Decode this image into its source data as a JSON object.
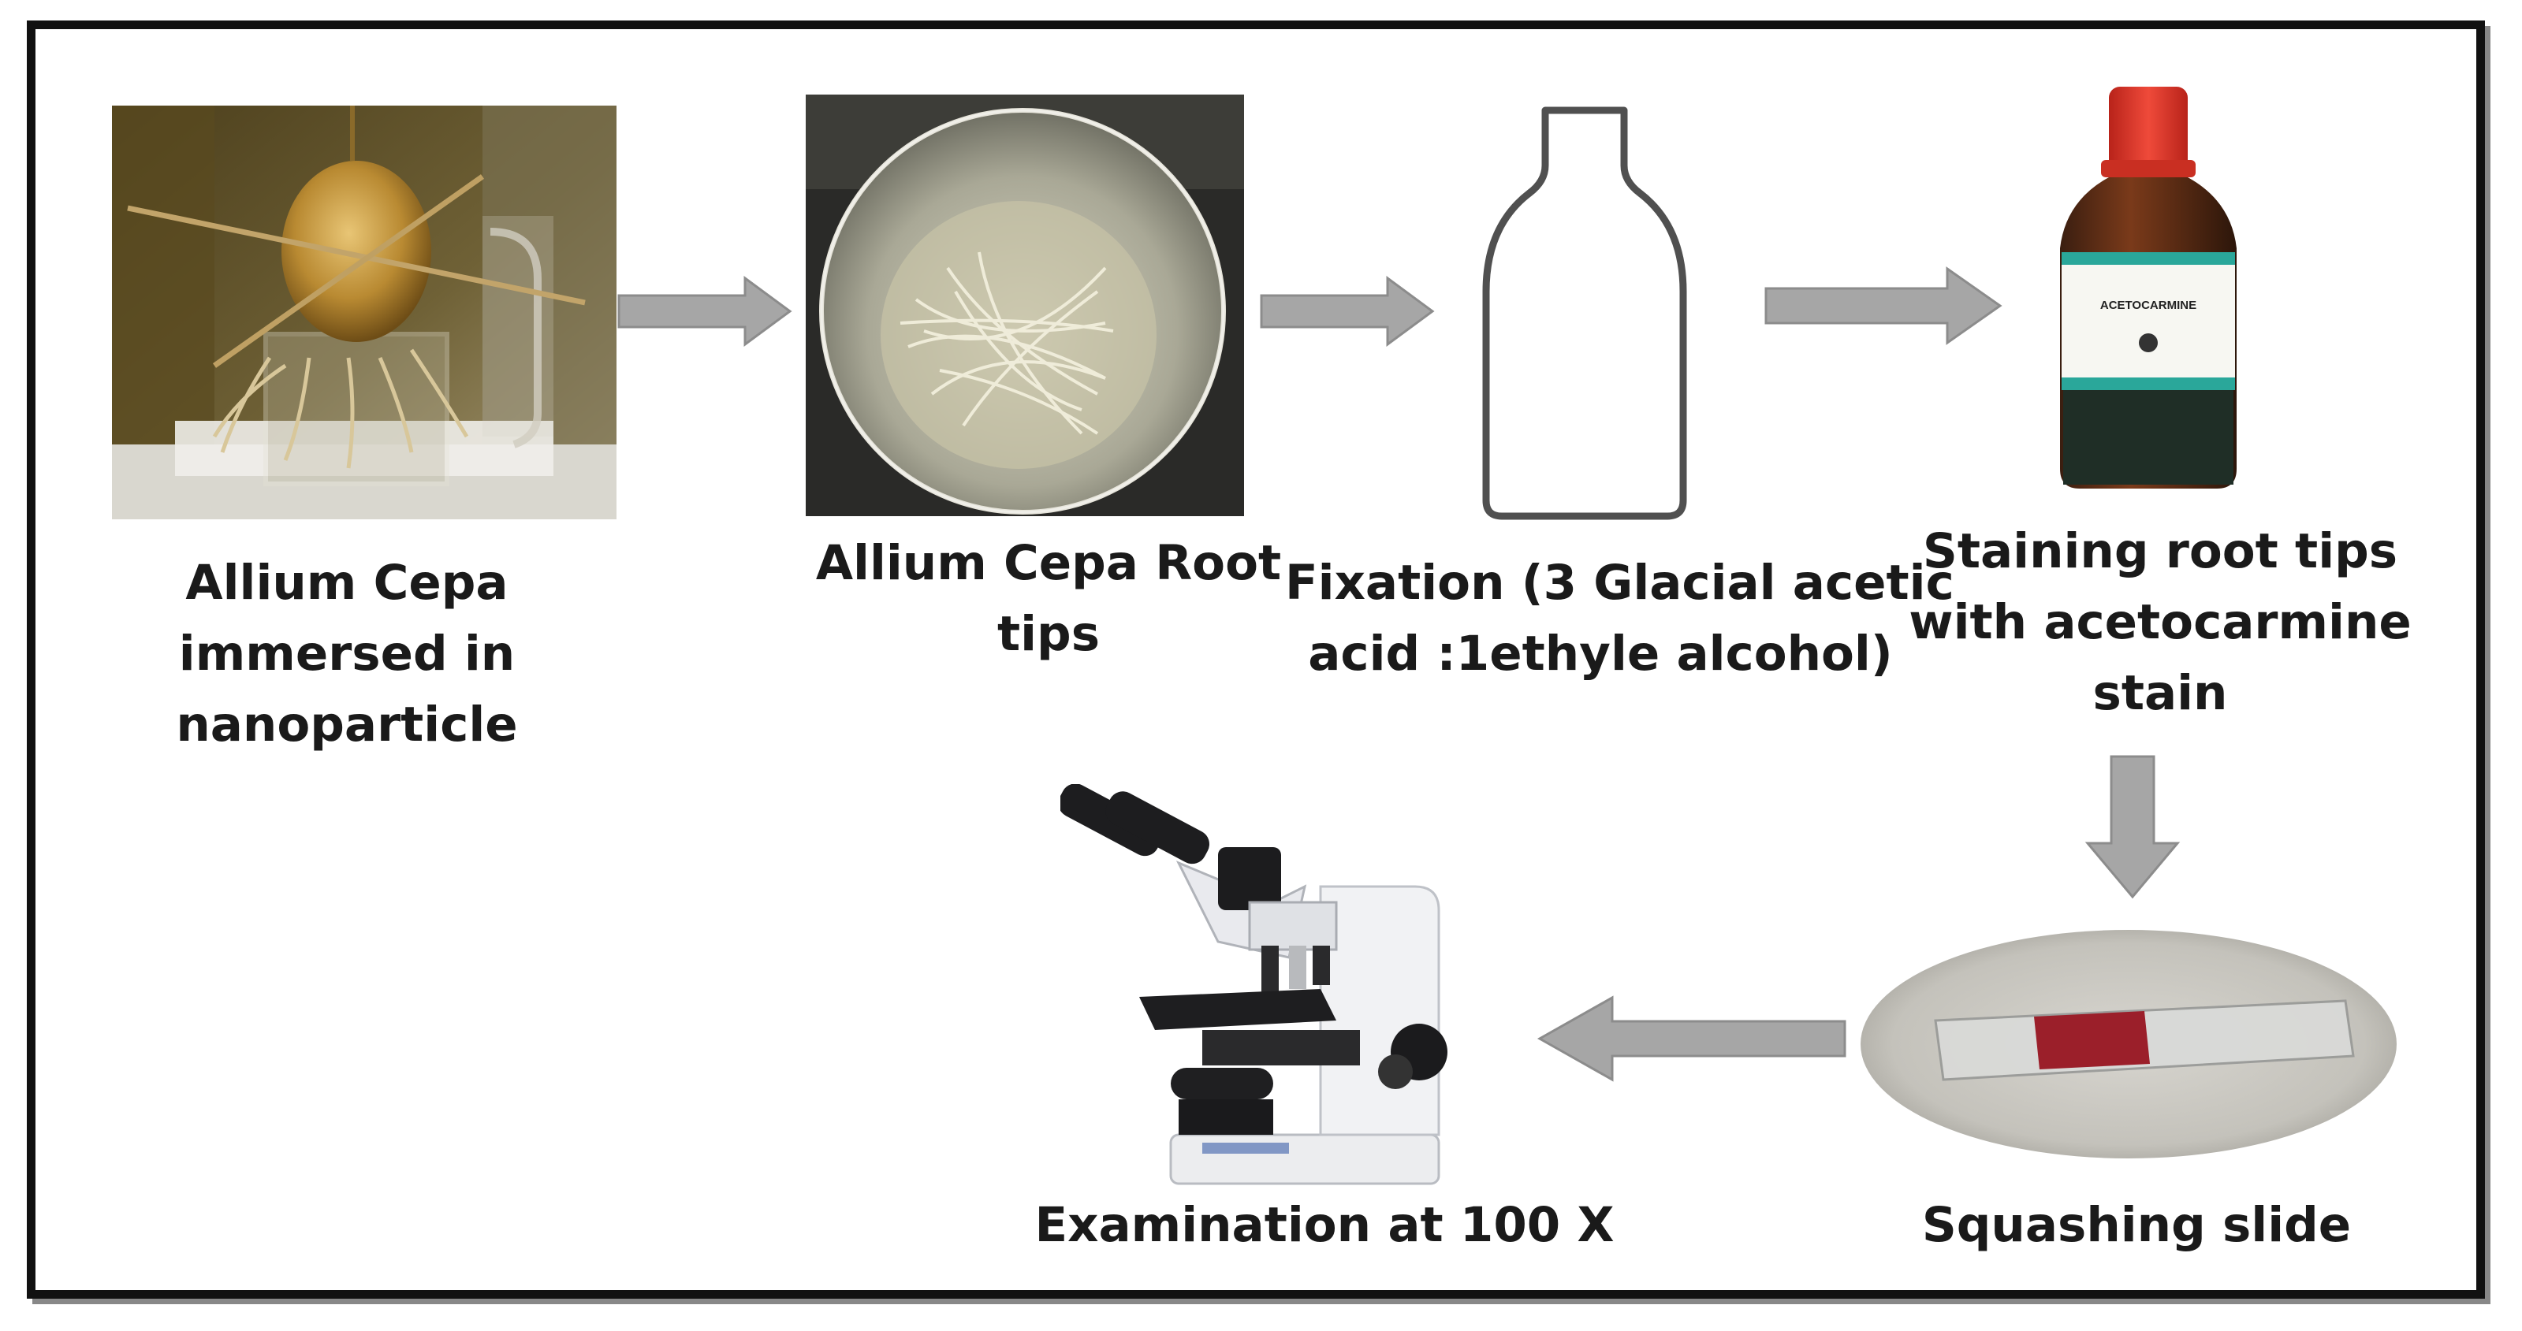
{
  "steps": {
    "onion": {
      "label_lines": [
        "Allium Cepa",
        "immersed in",
        "nanoparticle"
      ]
    },
    "root_tips": {
      "label_lines": [
        "Allium Cepa Root",
        "tips"
      ]
    },
    "fixation": {
      "label_lines": [
        "Fixation (3 Glacial acetic",
        "acid :1ethyle alcohol)"
      ]
    },
    "staining": {
      "label_lines": [
        "Staining root tips",
        "with acetocarmine",
        "stain"
      ],
      "bottle_label": "ACETOCARMINE"
    },
    "squash": {
      "label_lines": [
        "Squashing slide"
      ]
    },
    "exam": {
      "label_lines": [
        "Examination at 100 X"
      ]
    }
  },
  "colors": {
    "arrow": "#a6a6a6",
    "arrow_outline": "#8c8c8c",
    "stain_red": "#9b1f2a",
    "cap_red": "#e23a2e",
    "bottle_teal": "#2aa79a"
  }
}
